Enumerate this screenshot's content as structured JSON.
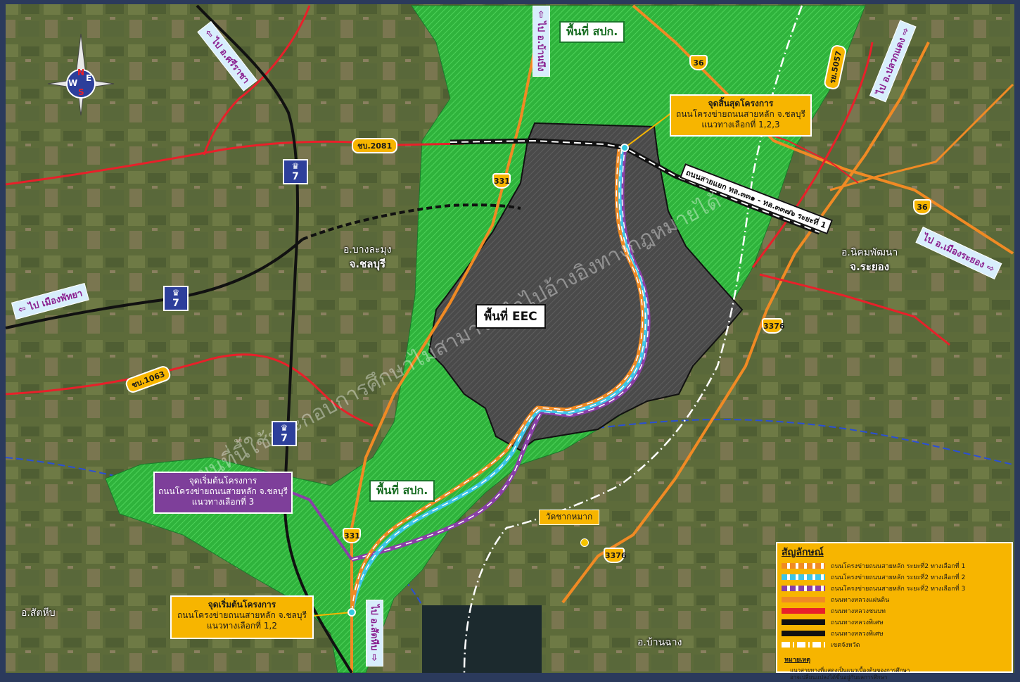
{
  "zones": {
    "alro_top": "พื้นที่ สปก.",
    "alro_bottom": "พื้นที่ สปก.",
    "eec": "พื้นที่ EEC"
  },
  "places": {
    "bang_lamung_district": "อ.บางละมุง",
    "bang_lamung_province": "จ.ชลบุรี",
    "nikhom_district": "อ.นิคมพัฒนา",
    "nikhom_province": "จ.ระยอง",
    "sattahip": "อ.สัตหีบ",
    "ban_chang": "อ.บ้านฉาง",
    "temple": "วัดชากหมาก"
  },
  "destinations": {
    "to_sriracha": "ไป อ.ศรีราชา",
    "to_north": "ไป อ.บ้านบึง",
    "to_pluak_daeng": "ไป อ.ปลวกแดง",
    "to_pattaya": "ไป เมืองพัทยา",
    "to_rayong": "ไป อ.เมืองระยอง",
    "to_sattahip": "ไป อ.สัตหีบ"
  },
  "shields": {
    "motorway_7": "7",
    "motorway_symbol": "♛",
    "rural_2081": "ชบ.2081",
    "rural_1063": "ชบ.1063",
    "rural_5057": "รย.5057",
    "hwy_331_top": "331",
    "hwy_331_bottom": "331",
    "hwy_36_top": "36",
    "hwy_36_right": "36",
    "hwy_3376_top": "3376",
    "hwy_3376_bottom": "3376"
  },
  "callouts": {
    "end_point": {
      "line1": "จุดสิ้นสุดโครงการ",
      "line2": "ถนนโครงข่ายถนนสายหลัก จ.ชลบุรี",
      "line3": "แนวทางเลือกที่ 1,2,3"
    },
    "start_point_3": {
      "line1": "จุดเริ่มต้นโครงการ",
      "line2": "ถนนโครงข่ายถนนสายหลัก จ.ชลบุรี",
      "line3": "แนวทางเลือกที่ 3"
    },
    "start_point_12": {
      "line1": "จุดเริ่มต้นโครงการ",
      "line2": "ถนนโครงข่ายถนนสายหลัก จ.ชลบุรี",
      "line3": "แนวทางเลือกที่ 1,2"
    },
    "road_banner": "ถนนสายแยก ทล.๓๓๑ - ทล.๓๓๗๖ ระยะที่ 1"
  },
  "watermark": "แผนที่นี้ใช้ประกอบการศึกษาไม่สามารถนำไปอ้างอิงทางกฎหมายได้",
  "compass": {
    "n": "N",
    "s": "S",
    "e": "E",
    "w": "W"
  },
  "legend": {
    "title": "สัญลักษณ์",
    "items": [
      {
        "label": "ถนนโครงข่ายถนนสายหลัก ระยะที่2 ทางเลือกที่ 1",
        "color": "#f08a24",
        "style": "dashed-white"
      },
      {
        "label": "ถนนโครงข่ายถนนสายหลัก ระยะที่2 ทางเลือกที่ 2",
        "color": "#3ec6e8",
        "style": "dashed-white"
      },
      {
        "label": "ถนนโครงข่ายถนนสายหลัก ระยะที่2 ทางเลือกที่ 3",
        "color": "#8a3fa8",
        "style": "dashed-white"
      },
      {
        "label": "ถนนทางหลวงแผ่นดิน",
        "color": "#f08a24",
        "style": "solid"
      },
      {
        "label": "ถนนทางหลวงชนบท",
        "color": "#e8202a",
        "style": "solid"
      },
      {
        "label": "ถนนทางหลวงพิเศษ",
        "color": "#111111",
        "style": "solid"
      },
      {
        "label": "ถนนทางหลวงพิเศษ",
        "color": "#111111",
        "style": "solid"
      },
      {
        "label": "เขตจังหวัด",
        "color": "#ffffff",
        "style": "dashdot"
      }
    ],
    "note_title": "หมายเหตุ",
    "note_lines": [
      "แนวสายทางที่แสดงเป็นแนวเบื้องต้นของการศึกษา",
      "อาจเปลี่ยนแปลงได้ขึ้นอยู่กับผลการศึกษา"
    ]
  },
  "colors": {
    "alro_green": "#2fb33c",
    "eec_gray": "#4a4a4a",
    "hwy_orange": "#f08a24",
    "rural_red": "#e8202a",
    "motorway_black": "#111111",
    "alt1": "#f08a24",
    "alt2": "#3ec6e8",
    "alt3": "#8a3fa8"
  }
}
